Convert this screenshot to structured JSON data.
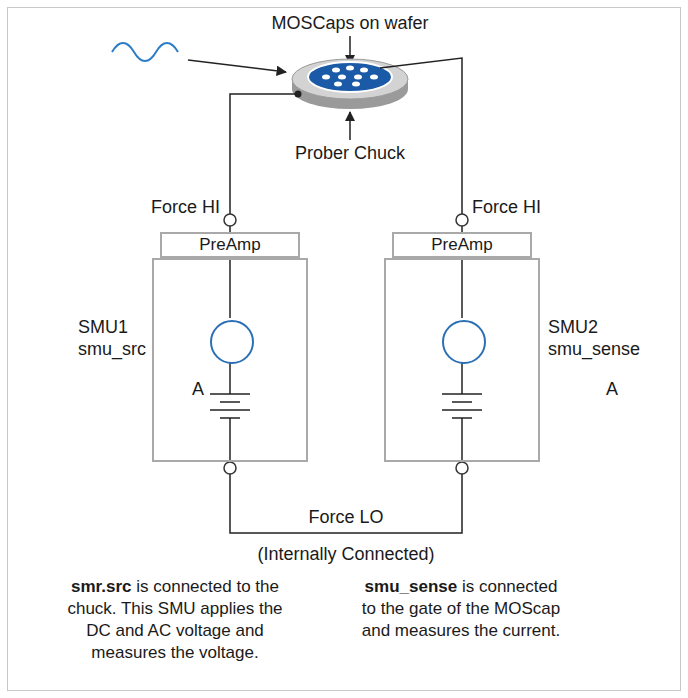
{
  "diagram": {
    "nodes": [
      {
        "text": [
          "SMU1 smu_src"
        ]
      },
      {
        "text": [
          "PreAmp"
        ]
      },
      {
        "text": [
          "A"
        ],
        "in": 0
      },
      {
        "text": [
          "SMU2 smu_sense"
        ]
      },
      {
        "text": [
          "PreAmp"
        ]
      },
      {
        "text": [
          "A"
        ],
        "in": 3
      }
    ],
    "edges": [
      {
        "from": 0,
        "to": 3,
        "arrow": "none",
        "label": "Force LO"
      }
    ],
    "labels": [
      "MOSCaps on wafer",
      "Prober Chuck",
      "Force HI",
      "Force HI",
      "(Internally Connected)",
      "smr.src",
      "is connected to the chuck. This SMU applies the DC and AC voltage and measures the voltage.",
      "smu_sense",
      "is connected to the gate of the MOScap and measures the current."
    ]
  }
}
